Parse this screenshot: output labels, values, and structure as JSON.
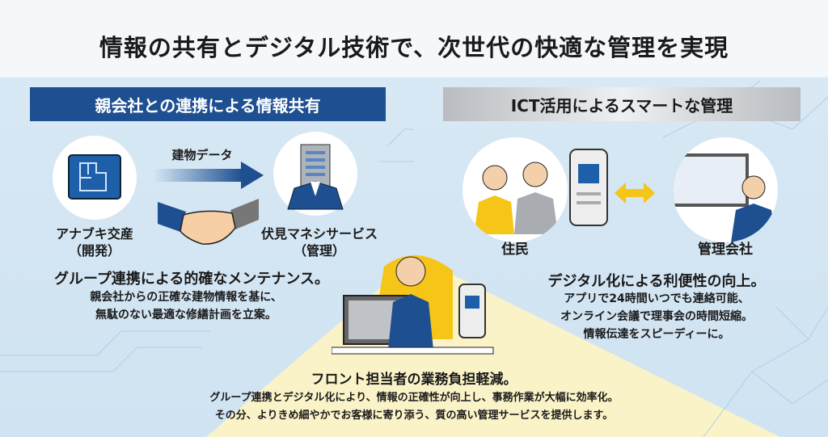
{
  "title": "情報の共有とデジタル技術で、次世代の快適な管理を実現",
  "left": {
    "banner": "親会社との連携による情報共有",
    "arrow_label": "建物データ",
    "company1": "アナブキ交産",
    "company1_role": "（開発）",
    "company2": "伏見マネシサービス",
    "company2_role": "（管理）",
    "heading": "グループ連携による的確なメンテナンス。",
    "lines": [
      "親会社からの正確な建物情報を基に、",
      "無駄のない最適な修繕計画を立案。"
    ]
  },
  "right": {
    "banner": "ICT活用によるスマートな管理",
    "party1": "住民",
    "party2": "管理会社",
    "heading": "デジタル化による利便性の向上。",
    "lines": [
      "アプリで24時間いつでも連絡可能、",
      "オンライン会議で理事会の時間短縮。",
      "情報伝達をスピーディーに。"
    ]
  },
  "center": {
    "heading": "フロント担当者の業務負担軽減。",
    "lines": [
      "グループ連携とデジタル化により、情報の正確性が向上し、事務作業が大幅に効率化。",
      "その分、よりきめ細やかでお客様に寄り添う、質の高い管理サービスを提供します。"
    ]
  },
  "colors": {
    "navy": "#1d4f91",
    "yellow": "#f5c518",
    "light_yellow": "#fbf3c8"
  }
}
